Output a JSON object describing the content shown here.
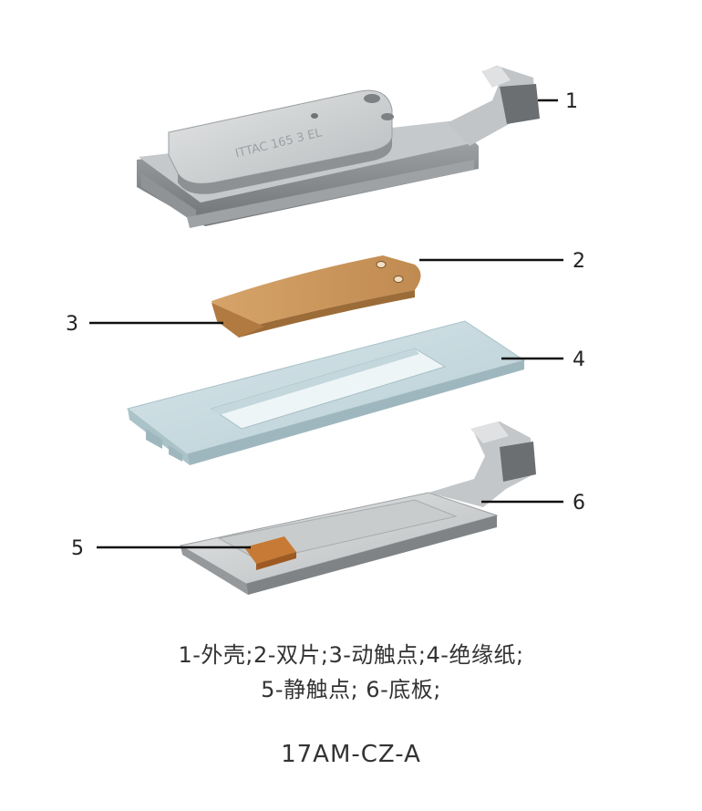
{
  "callouts": [
    {
      "id": "1",
      "label": "1"
    },
    {
      "id": "2",
      "label": "2"
    },
    {
      "id": "3",
      "label": "3"
    },
    {
      "id": "4",
      "label": "4"
    },
    {
      "id": "5",
      "label": "5"
    },
    {
      "id": "6",
      "label": "6"
    }
  ],
  "caption": {
    "line1": "1-外壳;2-双片;3-动触点;4-绝缘纸;",
    "line2": "5-静触点; 6-底板;"
  },
  "model_code": "17AM-CZ-A",
  "housing_marking": "ITTAC 165 3 EL",
  "colors": {
    "metal_light": "#d4d6d7",
    "metal_mid": "#b4b7b9",
    "metal_dark": "#7e8285",
    "bimetal": "#c9975f",
    "bimetal_dark": "#a77640",
    "insulation": "#c9dbe0",
    "insulation_edge": "#9db6bd",
    "contact": "#c77a35",
    "leader": "#111111"
  }
}
